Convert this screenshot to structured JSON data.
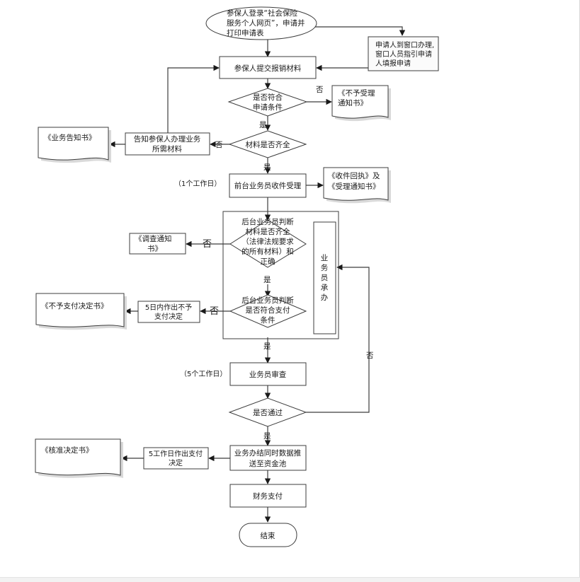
{
  "nodes": {
    "start": [
      "参保人登录“社会保险",
      "服务个人网页”，申请并",
      "打印申请表"
    ],
    "window_apply": [
      "申请人到窗口办理,",
      "窗口人员指引申请",
      "人填报申请"
    ],
    "submit": "参保人提交报销材料",
    "check_cond": [
      "是否符合",
      "申请条件"
    ],
    "doc_reject": [
      "《不予受理",
      "通知书》"
    ],
    "check_complete": "材料是否齐全",
    "notify_required": [
      "告知参保人办理业务",
      "所需材料"
    ],
    "doc_notice": "《业务告知书》",
    "front_receive": "前台业务员收件受理",
    "doc_receipt": [
      "《收件回执》及",
      "《受理通知书》"
    ],
    "back_check_materials": [
      "后台业务员判断",
      "材料是否齐全",
      "（法律法规要求",
      "的所有材料）和",
      "正确"
    ],
    "doc_investigate": [
      "《调查通知",
      "书》"
    ],
    "back_check_payment": [
      "后台业务员判断",
      "是否符合支付",
      "条件"
    ],
    "decide_no_pay": [
      "5日内作出不予",
      "支付决定"
    ],
    "doc_no_pay": "《不予支付决定书》",
    "clerk_undertake": [
      "业",
      "务",
      "员",
      "承",
      "办"
    ],
    "clerk_review": "业务员审查",
    "check_pass": "是否通过",
    "decide_pay": [
      "5工作日作出支付",
      "决定"
    ],
    "doc_approve": "《核准决定书》",
    "push_fund": [
      "业务办结同时数据推",
      "送至资金池"
    ],
    "finance_pay": "财务支付",
    "end": "结束"
  },
  "labels": {
    "no_cond": "否",
    "yes_cond": "是",
    "no_complete": "否",
    "yes_complete": "是",
    "no_materials": "否",
    "yes_materials": "是",
    "no_payment": "否",
    "yes_payment": "是",
    "no_pass": "否",
    "yes_pass": "是",
    "time_front": "（1个工作日）",
    "time_review": "（5个工作日）"
  }
}
